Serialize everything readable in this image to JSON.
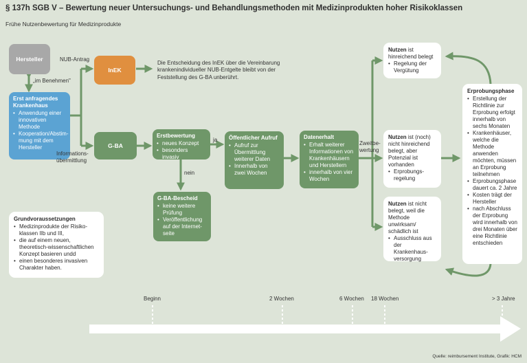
{
  "title": "§ 137h SGB V – Bewertung neuer Untersuchungs- und Behandlungsmethoden mit Medizinprodukten hoher Risikoklassen",
  "subtitle": "Frühe Nutzenbewertung für Medizinprodukte",
  "hersteller": "Hersteller",
  "im_benehmen": "„im Benehmen\"",
  "nub_antrag": "NUB-Antrag",
  "inek": "InEK",
  "inek_note": "Die Entscheidung des InEK über die Vereinbarung krankenindividueller NUB-Entgelte bleibt von der Feststellung des G-BA unberührt.",
  "krankenhaus": {
    "title": "Erst anfragendes Krankenhaus",
    "items": [
      "Anwendung einer innovativen Methode",
      "Kooperation/Abstim­mung mit dem Hersteller"
    ]
  },
  "informationsuebermittlung": "Informations-übermittlung",
  "gba": "G-BA",
  "erstbewertung": {
    "title": "Erstbewertung",
    "items": [
      "neues Konzept",
      "besonders invasiv"
    ]
  },
  "ja": "ja",
  "nein": "nein",
  "gba_bescheid": {
    "title": "G-BA-Bescheid",
    "items": [
      "keine weitere Prüfung",
      "Veröffentlichung auf der Internet-seite"
    ]
  },
  "aufruf": {
    "title": "Öffentlicher Aufruf",
    "items": [
      "Aufruf zur Übermittlung weiterer Daten",
      "Innerhalb von zwei Wochen"
    ]
  },
  "datenerhalt": {
    "title": "Datenerhalt",
    "items": [
      "Erhalt weiterer Informationen von Krankenhäusern und Herstellern",
      "innerhalb von vier Wochen"
    ]
  },
  "zweitbewertung": "Zweitbe-wertung",
  "nutzen1": {
    "bold": "Nutzen",
    "rest": " ist hinreichend belegt",
    "items": [
      "Regelung der Vergütung"
    ]
  },
  "nutzen2": {
    "bold": "Nutzen",
    "rest": " ist (noch) nicht hinreichend belegt, aber Potenzial ist vorhanden",
    "items": [
      "Erprobungs-regelung"
    ]
  },
  "nutzen3": {
    "bold": "Nutzen",
    "rest": " ist nicht belegt, weil die Methode unwirksam/ schädlich ist",
    "items": [
      "Ausschluss aus der Krankenhaus-versorgung"
    ]
  },
  "erprobung": {
    "title": "Erprobungsphase",
    "items": [
      "Erstellung der Richtlinie zur Erprobung erfolgt innerhalb von sechs Monaten",
      "Krankenhäuser, welche die Methode anwenden möchten, müssen an Erprobung teilnehmen",
      "Erprobungsphase dauert ca. 2 Jahre",
      "Kosten trägt der Hersteller",
      "nach Abschluss der Erprobung wird innerhalb von drei Monaten über eine Richtlinie entschieden"
    ]
  },
  "grundvoraussetzungen": {
    "title": "Grundvoraussetzungen",
    "items": [
      "Medizinprodukte der Risiko-klassen IIb und III,",
      "die auf einem neuen, theoretisch-wissenschaftlichen Konzept basieren undd",
      "einen besonderes invasiven Charakter haben."
    ]
  },
  "timeline": {
    "labels": [
      "Beginn",
      "2 Wochen",
      "6 Wochen",
      "18 Wochen",
      "> 3 Jahre"
    ]
  },
  "source": "Quelle: reimbursement Institute, Grafik: HCM",
  "colors": {
    "green": "#6f9769",
    "blue": "#5ba3d3",
    "orange": "#e08f3f",
    "gray": "#a8a8a8",
    "background": "#dde4d8"
  }
}
